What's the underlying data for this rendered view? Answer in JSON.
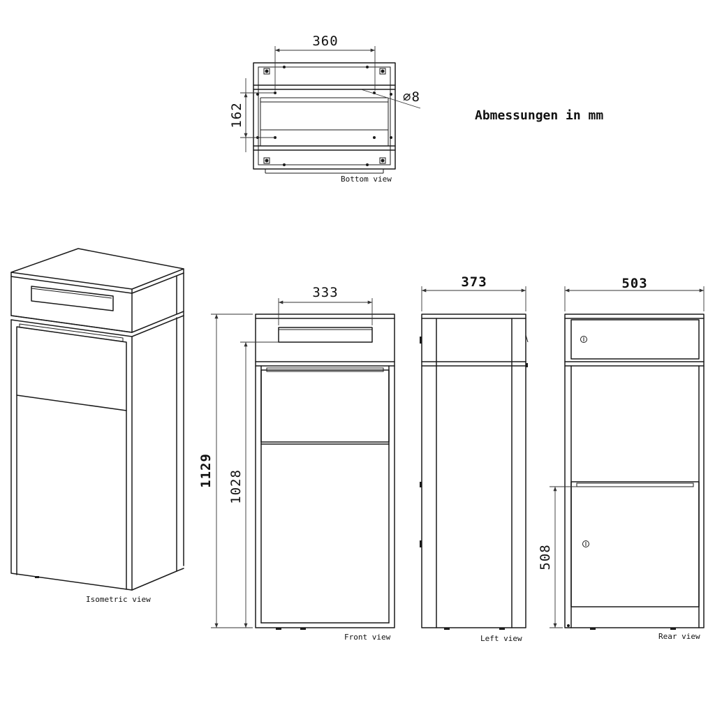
{
  "heading": "Abmessungen in mm",
  "views": {
    "bottom": "Bottom view",
    "isometric": "Isometric view",
    "front": "Front view",
    "left": "Left view",
    "rear": "Rear view"
  },
  "dimensions": {
    "bottom_width": "360",
    "bottom_depth": "162",
    "bottom_hole": "∅8",
    "front_slot": "333",
    "front_total_height": "1129",
    "front_body_height": "1028",
    "left_depth": "373",
    "rear_width": "503",
    "rear_door_height": "508"
  }
}
